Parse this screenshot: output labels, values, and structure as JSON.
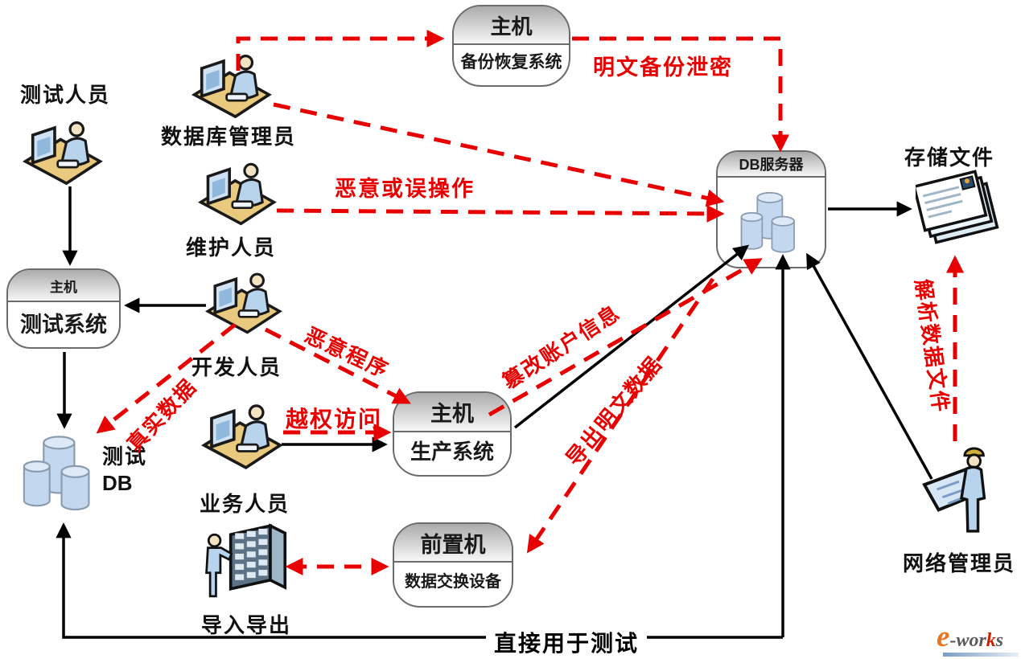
{
  "nodes": {
    "backup": {
      "title": "主机",
      "subtitle": "备份恢复系统"
    },
    "test_system": {
      "title": "主机",
      "subtitle": "测试系统"
    },
    "production": {
      "title": "主机",
      "subtitle": "生产系统"
    },
    "front": {
      "title": "前置机",
      "subtitle": "数据交换设备"
    },
    "db_server": {
      "title": "DB服务器"
    },
    "test_db": {
      "line1": "测试",
      "line2": "DB"
    },
    "storage": {
      "label": "存储文件"
    }
  },
  "actors": {
    "tester": "测试人员",
    "dba": "数据库管理员",
    "maintainer": "维护人员",
    "developer": "开发人员",
    "business": "业务人员",
    "import_export": "导入导出",
    "network_admin": "网络管理员"
  },
  "threats": {
    "plaintext_backup_leak": "明文备份泄密",
    "malicious_or_misoperation": "恶意或误操作",
    "malicious_program": "恶意程序",
    "unauthorized_access": "越权访问",
    "real_data": "真实数据",
    "tamper_account_info": "篡改账户信息",
    "export_plaintext_data": "导出明文数据",
    "parse_data_files": "解析数据文件"
  },
  "flows": {
    "direct_for_test": "直接用于测试"
  },
  "logo": {
    "e": "e",
    "dash": "-",
    "wor": "wor",
    "k": "k",
    "s": "s"
  },
  "colors": {
    "threat_red": "#e80000",
    "line_black": "#000000"
  }
}
